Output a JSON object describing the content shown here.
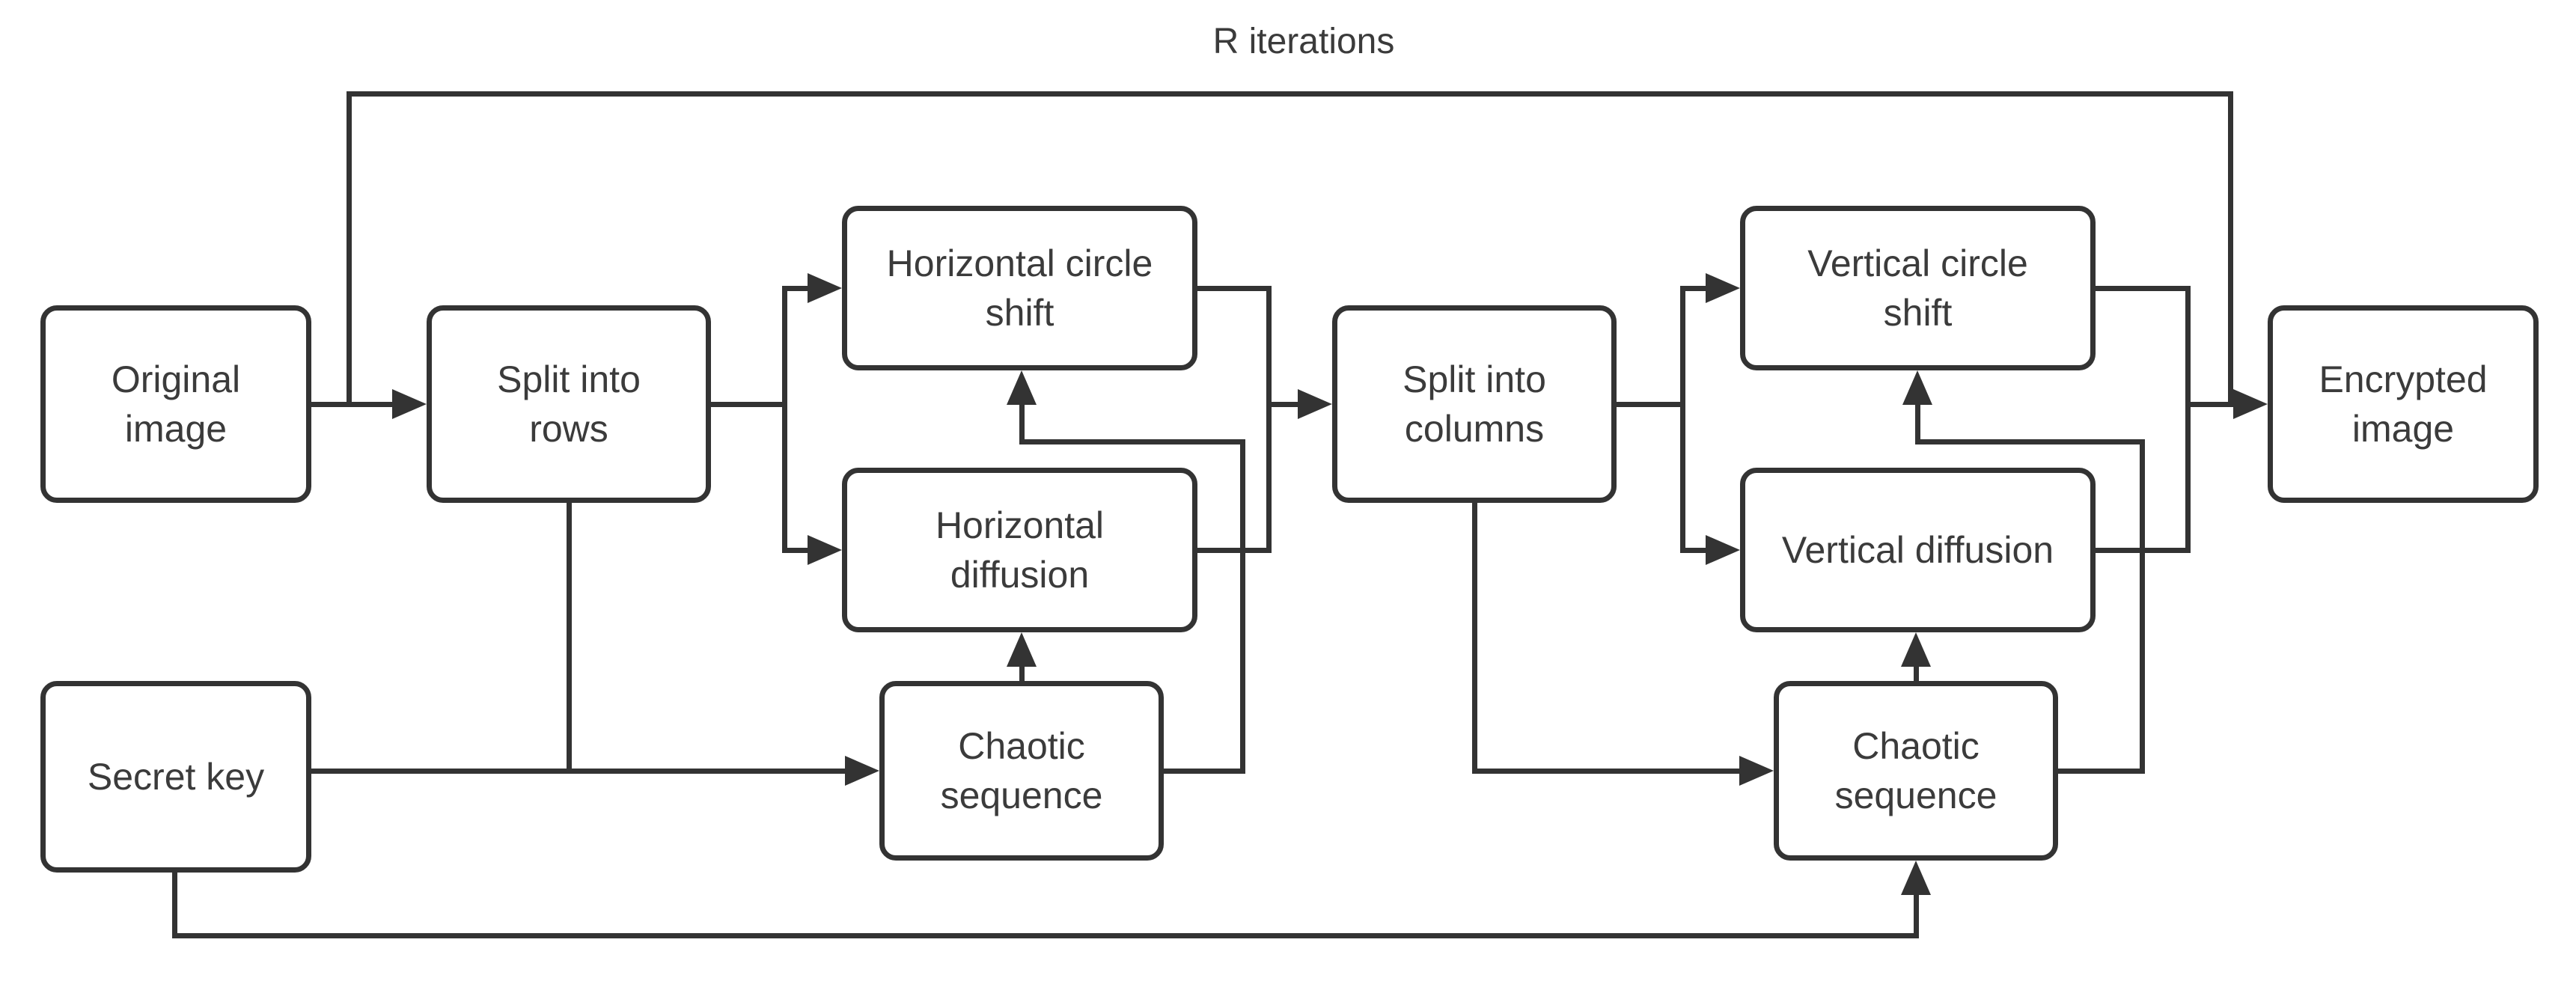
{
  "diagram": {
    "title": "R iterations",
    "colors": {
      "stroke": "#333333",
      "text": "#3b3b3b",
      "background": "#ffffff"
    },
    "nodes": {
      "original_image": {
        "label": "Original\nimage"
      },
      "split_into_rows": {
        "label": "Split into\nrows"
      },
      "horizontal_circle_shift": {
        "label": "Horizontal circle\nshift"
      },
      "horizontal_diffusion": {
        "label": "Horizontal\ndiffusion"
      },
      "chaotic_sequence_1": {
        "label": "Chaotic\nsequence"
      },
      "split_into_columns": {
        "label": "Split into\ncolumns"
      },
      "vertical_circle_shift": {
        "label": "Vertical circle\nshift"
      },
      "vertical_diffusion": {
        "label": "Vertical diffusion"
      },
      "chaotic_sequence_2": {
        "label": "Chaotic\nsequence"
      },
      "encrypted_image": {
        "label": "Encrypted\nimage"
      },
      "secret_key": {
        "label": "Secret key"
      }
    },
    "edges": [
      "original image -> split into rows",
      "split into rows -> horizontal circle shift",
      "split into rows -> horizontal diffusion",
      "split into rows -> chaotic sequence (left)",
      "secret key -> chaotic sequence (left)",
      "secret key -> chaotic sequence (right)",
      "chaotic sequence (left) -> horizontal diffusion",
      "chaotic sequence (left) -> horizontal circle shift",
      "horizontal circle shift + horizontal diffusion -> split into columns",
      "split into columns -> vertical circle shift",
      "split into columns -> vertical diffusion",
      "split into columns -> chaotic sequence (right)",
      "chaotic sequence (right) -> vertical diffusion",
      "chaotic sequence (right) -> vertical circle shift",
      "vertical circle shift + vertical diffusion -> encrypted image",
      "feedback loop: R iterations back to split into rows"
    ]
  }
}
